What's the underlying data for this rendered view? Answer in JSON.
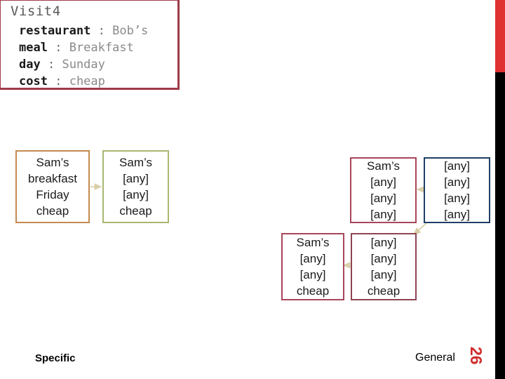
{
  "slide": {
    "page_number": "26",
    "axis_labels": {
      "specific": "Specific",
      "general": "General"
    },
    "decor": {
      "edge_red": "#e03131",
      "edge_black": "#000000"
    }
  },
  "example_box": {
    "title": "Visit4",
    "border_color": "#9e3b4a",
    "attributes": [
      {
        "key": "restaurant",
        "sep": ":",
        "value": "Bob’s"
      },
      {
        "key": "meal",
        "sep": ":",
        "value": "Breakfast"
      },
      {
        "key": "day",
        "sep": ":",
        "value": "Sunday"
      },
      {
        "key": "cost",
        "sep": ":",
        "value": "cheap"
      }
    ]
  },
  "hypotheses": {
    "specific_left": {
      "border_color": "#c58a50",
      "lines": [
        "Sam’s",
        "breakfast",
        "Friday",
        "cheap"
      ]
    },
    "specific_right": {
      "border_color": "#a8b870",
      "lines": [
        "Sam’s",
        "[any]",
        "[any]",
        "cheap"
      ]
    },
    "general_sams": {
      "border_color": "#a8455a",
      "lines": [
        "Sam’s",
        "[any]",
        "[any]",
        "[any]"
      ]
    },
    "general_any": {
      "border_color": "#1f3f66",
      "lines": [
        "[any]",
        "[any]",
        "[any]",
        "[any]"
      ]
    },
    "general_sams_cheap": {
      "border_color": "#a8455a",
      "lines": [
        "Sam’s",
        "[any]",
        "[any]",
        "cheap"
      ]
    },
    "general_any_cheap": {
      "border_color": "#8e4452",
      "lines": [
        "[any]",
        "[any]",
        "[any]",
        "cheap"
      ]
    }
  },
  "arrows": {
    "color": "#d9cfa8",
    "items": [
      {
        "name": "arrow-specific-left-to-right",
        "direction": "right"
      },
      {
        "name": "arrow-general-any-to-sams",
        "direction": "left"
      },
      {
        "name": "arrow-general-any-to-any-cheap",
        "direction": "down-left"
      },
      {
        "name": "arrow-any-cheap-to-sams-cheap",
        "direction": "left"
      }
    ]
  }
}
